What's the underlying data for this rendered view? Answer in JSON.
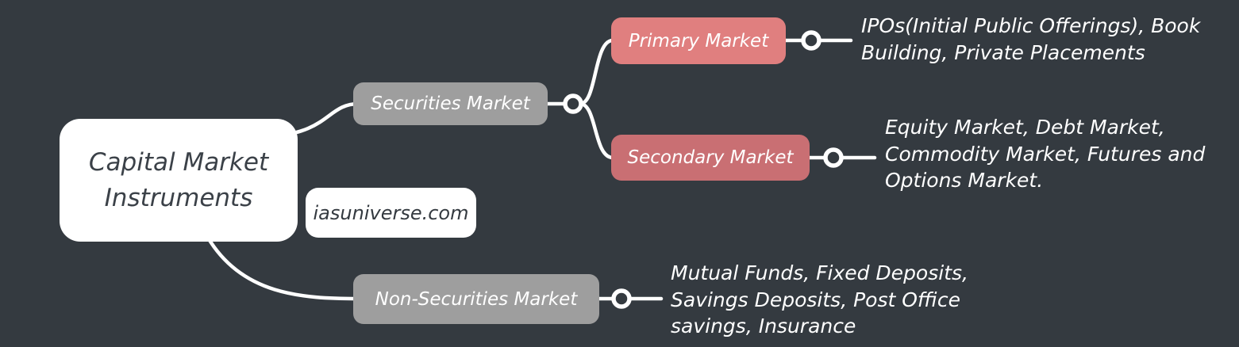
{
  "diagram": {
    "type": "mindmap",
    "title": "Capital Market Instruments"
  },
  "colors": {
    "background": "#343a40",
    "root_box": "#ffffff",
    "branch_gray": "#9e9e9e",
    "primary_market_red": "#e07f7f",
    "secondary_market_red": "#c96f73",
    "wire_white": "#ffffff",
    "text_dark": "#3b4148",
    "text_light": "#ffffff"
  },
  "root_node": {
    "label": "Capital Market Instruments"
  },
  "watermark": {
    "label": "iasuniverse.com"
  },
  "nodes": {
    "securities": {
      "label": "Securities Market"
    },
    "primary": {
      "label": "Primary Market",
      "detail": "IPOs(Initial Public Offerings), Book Building, Private Placements"
    },
    "secondary": {
      "label": "Secondary Market",
      "detail": "Equity Market, Debt Market, Commodity Market, Futures and Options Market."
    },
    "non_securities": {
      "label": "Non-Securities Market",
      "detail": "Mutual Funds, Fixed Deposits, Savings Deposits, Post Office savings, Insurance"
    }
  }
}
